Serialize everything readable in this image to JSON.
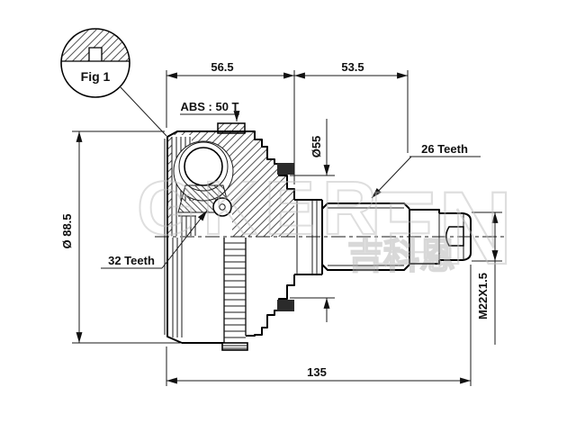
{
  "figure": {
    "label": "Fig 1"
  },
  "callouts": {
    "abs_ring": "ABS : 50 T",
    "outer_teeth": "26 Teeth",
    "inner_teeth": "32 Teeth"
  },
  "dimensions": {
    "upper_left_length": "56.5",
    "upper_right_length": "53.5",
    "overall_length": "135",
    "boot_groove_diameter": "Ø55",
    "bell_outer_diameter": "Ø 88.5",
    "thread_spec": "M22X1.5"
  },
  "watermark": {
    "word_left": "GKER",
    "word_right": "EN",
    "cjk_characters": "吉科恩"
  },
  "colors": {
    "line": "#111111",
    "watermark_gray": "#bfbfbf",
    "background": "#ffffff"
  }
}
